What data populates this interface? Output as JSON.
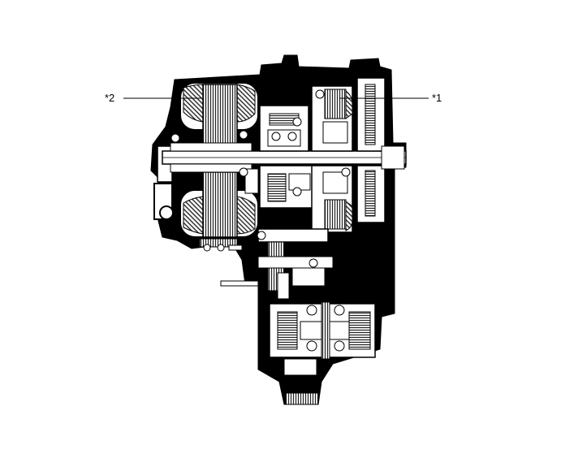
{
  "callouts": [
    {
      "id": "callout-1",
      "label": "*1"
    },
    {
      "id": "callout-2",
      "label": "*2"
    }
  ],
  "colors": {
    "ink": "#000000",
    "paper": "#ffffff",
    "hatch": "#3a3a3a"
  }
}
